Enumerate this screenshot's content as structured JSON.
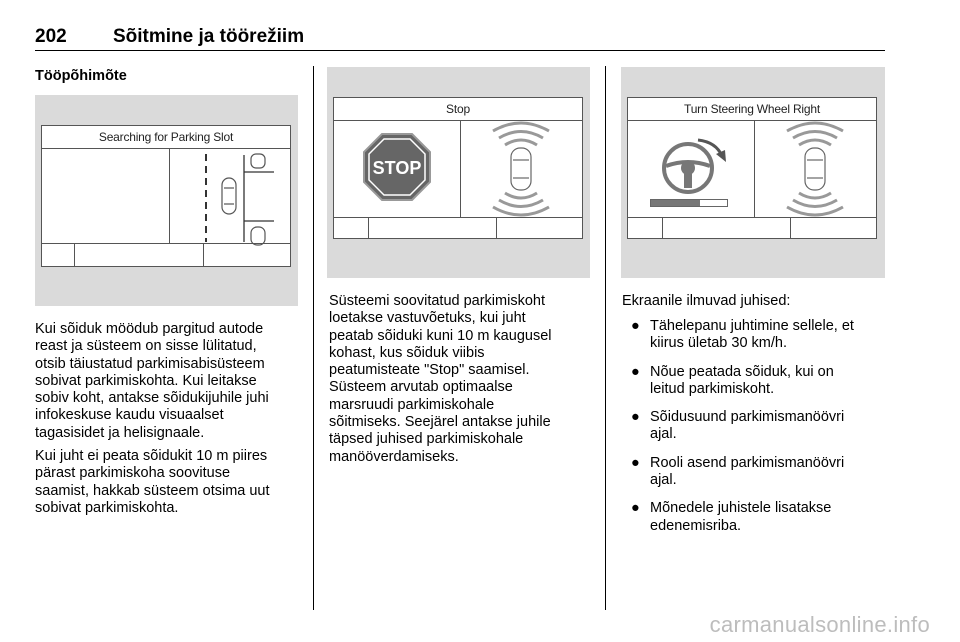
{
  "header": {
    "page_number": "202",
    "chapter_title": "Sõitmine ja töörežiim"
  },
  "section_title": "Tööpõhimõte",
  "figures": [
    {
      "screen_title": "Searching for Parking Slot"
    },
    {
      "screen_title": "Stop",
      "sign_text": "STOP"
    },
    {
      "screen_title": "Turn Steering Wheel Right",
      "progress": 0.65
    }
  ],
  "column1": {
    "paragraphs": [
      [
        "Kui sõiduk möödub pargitud autode",
        "reast ja süsteem on sisse lülitatud,",
        "otsib täiustatud parkimisabisüsteem",
        "sobivat parkimiskohta. Kui leitakse",
        "sobiv koht, antakse sõidukijuhile juhi",
        "infokeskuse kaudu visuaalset",
        "tagasisidet ja helisignaale."
      ],
      [
        "Kui juht ei peata sõidukit 10 m piires",
        "pärast parkimiskoha soovituse",
        "saamist, hakkab süsteem otsima uut",
        "sobivat parkimiskohta."
      ]
    ]
  },
  "column2": {
    "paragraph": [
      "Süsteemi soovitatud parkimiskoht",
      "loetakse vastuvõetuks, kui juht",
      "peatab sõiduki kuni 10 m kaugusel",
      "kohast, kus sõiduk viibis",
      "peatumisteate \"Stop\" saamisel.",
      "Süsteem arvutab optimaalse",
      "marsruudi parkimiskohale",
      "sõitmiseks. Seejärel antakse juhile",
      "täpsed juhised parkimiskohale",
      "manööverdamiseks."
    ]
  },
  "column3": {
    "intro": "Ekraanile ilmuvad juhised:",
    "bullets": [
      [
        "Tähelepanu juhtimine sellele, et",
        "kiirus ületab 30 km/h."
      ],
      [
        "Nõue peatada sõiduk, kui on",
        "leitud parkimiskoht."
      ],
      [
        "Sõidusuund parkimismanöövri",
        "ajal."
      ],
      [
        "Rooli asend parkimismanöövri",
        "ajal."
      ],
      [
        "Mõnedele juhistele lisatakse",
        "edenemisriba."
      ]
    ]
  },
  "bullet_symbol": "●",
  "watermark": "carmanualsonline.info"
}
